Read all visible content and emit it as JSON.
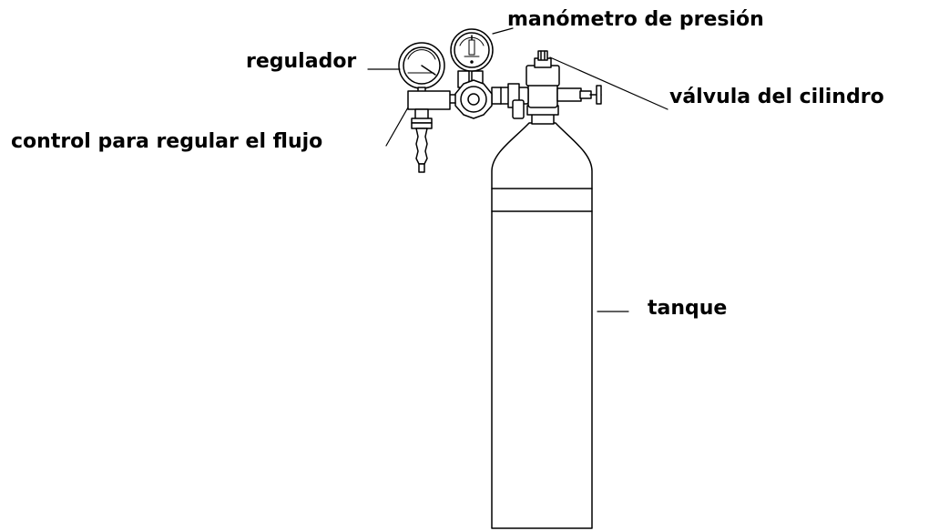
{
  "diagram": {
    "labels": {
      "manometro": "manómetro de presión",
      "regulador": "regulador",
      "valvula": "válvula del cilindro",
      "control": "control para regular el flujo",
      "tanque": "tanque"
    },
    "colors": {
      "stroke": "#000000",
      "background": "#ffffff"
    }
  }
}
